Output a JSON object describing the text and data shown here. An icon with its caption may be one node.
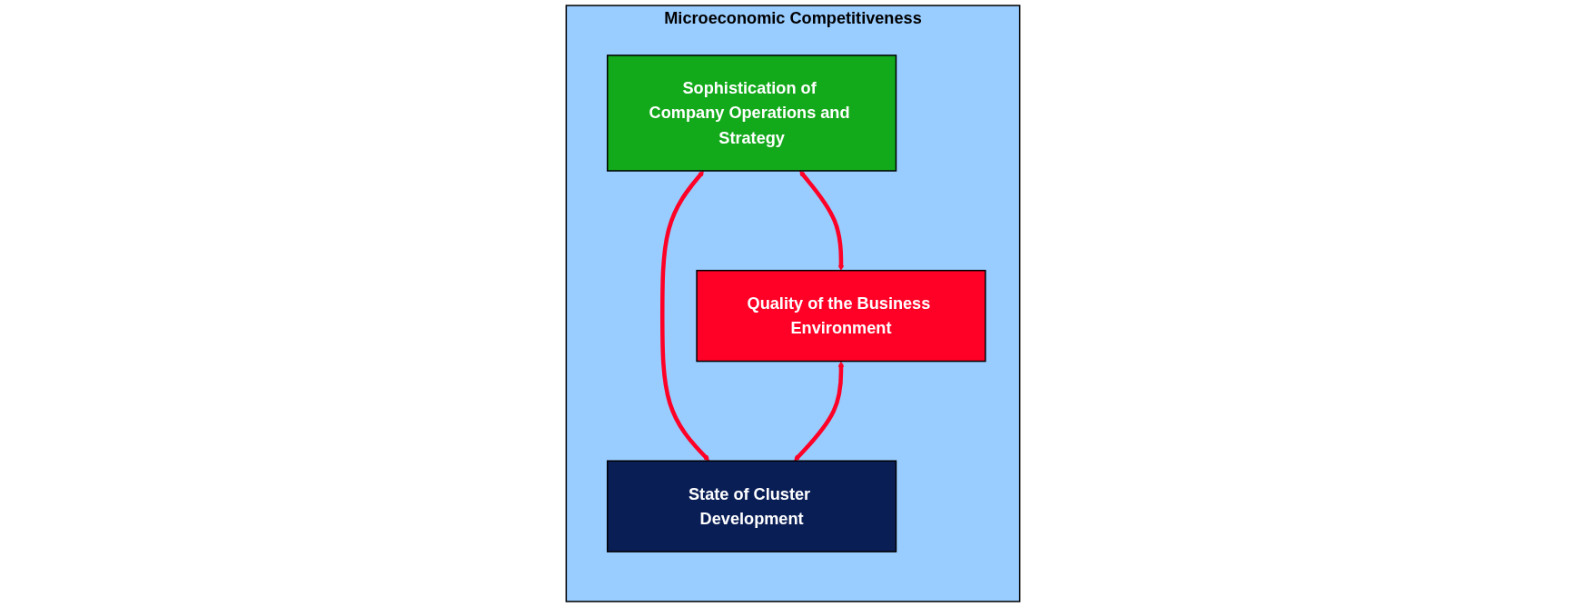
{
  "diagram": {
    "nodes": [
      {
        "text": [
          "Microeconomic Competitiveness"
        ]
      },
      {
        "text": [
          "Sophistication of Company Operations and Strategy"
        ],
        "in": 0
      },
      {
        "text": [
          "Quality of the Business Environment"
        ],
        "in": 0
      },
      {
        "text": [
          "State of Cluster Development"
        ],
        "in": 0
      }
    ],
    "edges": [
      {
        "from": 1,
        "to": 2,
        "arrow": "both"
      },
      {
        "from": 1,
        "to": 3,
        "arrow": "both"
      },
      {
        "from": 2,
        "to": 3,
        "arrow": "both"
      }
    ]
  }
}
